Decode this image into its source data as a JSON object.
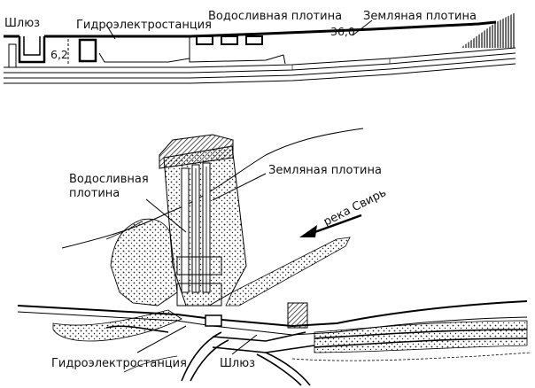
{
  "profile": {
    "label_lock": "Шлюз",
    "label_hpp": "Гидроэлектростанция",
    "label_spillway": "Водосливная плотина",
    "label_earth": "Земляная плотина",
    "label_height_left": "6,2",
    "label_height_right": "36,0"
  },
  "plan": {
    "label_spillway_line1": "Водосливная",
    "label_spillway_line2": "плотина",
    "label_earth": "Земляная плотина",
    "label_river": "река Свирь",
    "label_hpp": "Гидроэлектростанция",
    "label_lock": "Шлюз"
  }
}
